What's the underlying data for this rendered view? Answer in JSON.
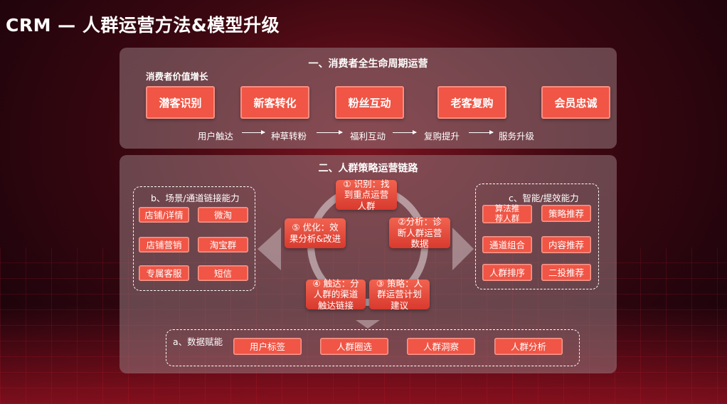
{
  "title": "CRM — 人群运营方法&模型升级",
  "section1": {
    "title": "一、消费者全生命周期运营",
    "label": "消费者价值增长",
    "stages": [
      "潜客识别",
      "新客转化",
      "粉丝互动",
      "老客复购",
      "会员忠诚"
    ],
    "flow": [
      "用户触达",
      "种草转粉",
      "福利互动",
      "复购提升",
      "服务升级"
    ]
  },
  "section2": {
    "title": "二、人群策略运营链路",
    "b": {
      "title": "b、场景/通道链接能力",
      "items": [
        "店铺/详情",
        "微淘",
        "店铺营销",
        "淘宝群",
        "专属客服",
        "短信"
      ]
    },
    "c": {
      "title": "c、智能/提效能力",
      "items": [
        "算法推\n荐人群",
        "策略推荐",
        "通道组合",
        "内容推荐",
        "人群排序",
        "二投推荐"
      ]
    },
    "cycle": [
      "① 识别：找\n到重点运营\n人群",
      "②分析：诊\n断人群运营\n数据",
      "③ 策略：人\n群运营计划\n建议",
      "④ 触达：分\n人群的渠道\n触达链接",
      "⑤ 优化：效\n果分析&改进"
    ],
    "a": {
      "title": "a、数据赋能",
      "items": [
        "用户标签",
        "人群圈选",
        "人群洞察",
        "人群分析"
      ]
    }
  }
}
